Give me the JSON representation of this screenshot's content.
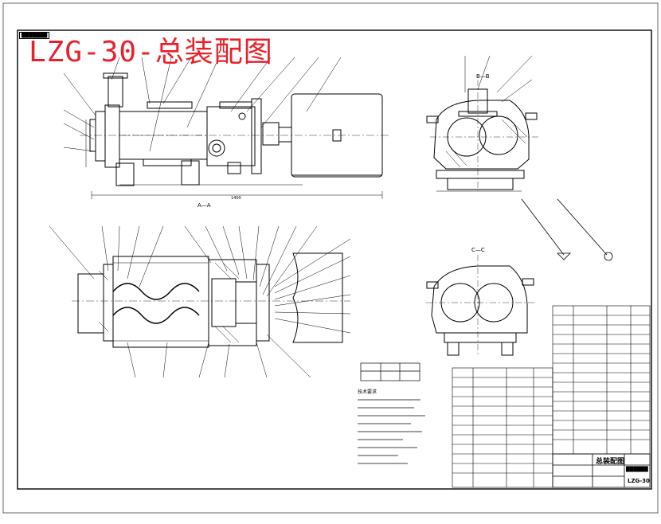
{
  "drawing": {
    "title": "LZG-30-总装配图",
    "corner_tag": "███████",
    "views": {
      "section_aa": "A—A",
      "section_bb": "B—B",
      "section_cc": "C—C"
    },
    "overall_length": "1400",
    "tech_requirements_title": "技术要求",
    "titleblock": {
      "name": "总装配图",
      "school": "██████",
      "code": "LZG-30"
    }
  },
  "colors": {
    "title": "#e8202a",
    "line": "#000000",
    "background": "#ffffff"
  }
}
